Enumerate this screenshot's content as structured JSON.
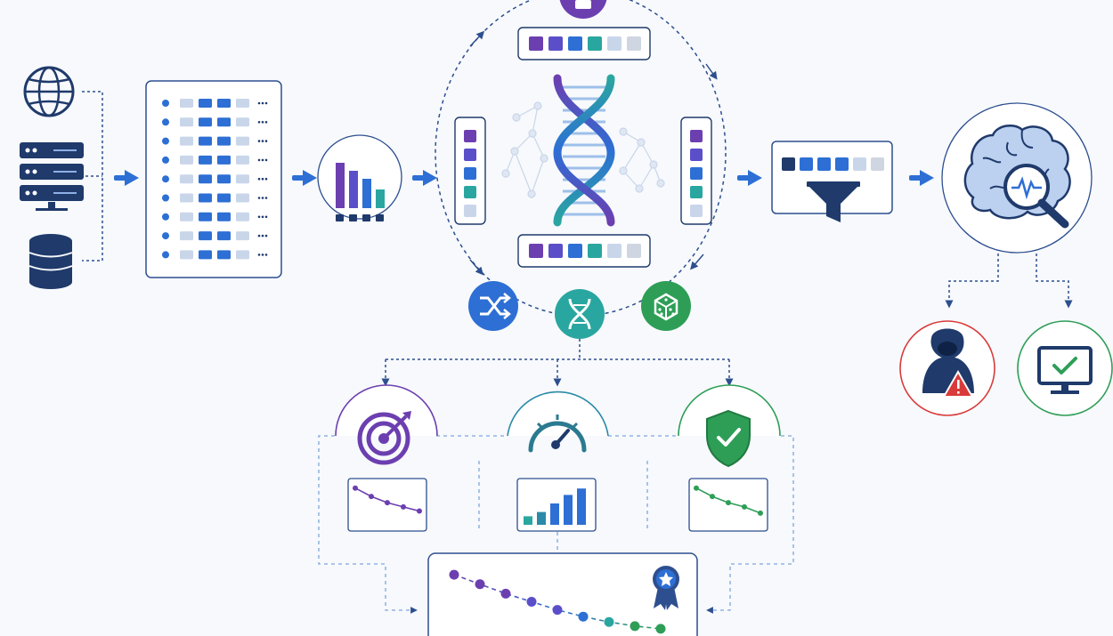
{
  "colors": {
    "navy": "#1f3a6b",
    "blue": "#2d6fd4",
    "light_blue": "#7fa6dc",
    "pale": "#c9d6ea",
    "purple": "#6c3fb0",
    "violet": "#5b4fc9",
    "teal": "#2aa6a0",
    "green": "#2e9e57",
    "red": "#d93a3a",
    "gray": "#cfd6e2"
  },
  "icons": {
    "sources": [
      "globe-icon",
      "server-icon",
      "database-icon"
    ],
    "operators": [
      "shuffle-icon",
      "dna-icon",
      "dice-icon"
    ],
    "objectives": [
      "target-icon",
      "speedometer-icon",
      "shield-check-icon"
    ],
    "detector": "brain-magnifier-icon",
    "outcomes": [
      "hacker-warning-icon",
      "monitor-check-icon"
    ],
    "award": "award-ribbon-icon",
    "filter": "funnel-icon"
  },
  "chromosome_genes": [
    "purple",
    "violet",
    "blue",
    "teal",
    "pale",
    "gray"
  ],
  "feature_rows": 9,
  "feature_histogram": [
    0.85,
    0.7,
    0.55,
    0.35
  ],
  "objective_charts": {
    "accuracy_curve": [
      0.9,
      0.7,
      0.55,
      0.45,
      0.35
    ],
    "speed_bars": [
      0.2,
      0.3,
      0.5,
      0.7,
      0.85
    ],
    "robustness_curve": [
      0.9,
      0.7,
      0.55,
      0.45,
      0.3
    ]
  },
  "pareto_front": [
    0.92,
    0.78,
    0.64,
    0.52,
    0.4,
    0.3,
    0.22,
    0.16,
    0.12
  ]
}
